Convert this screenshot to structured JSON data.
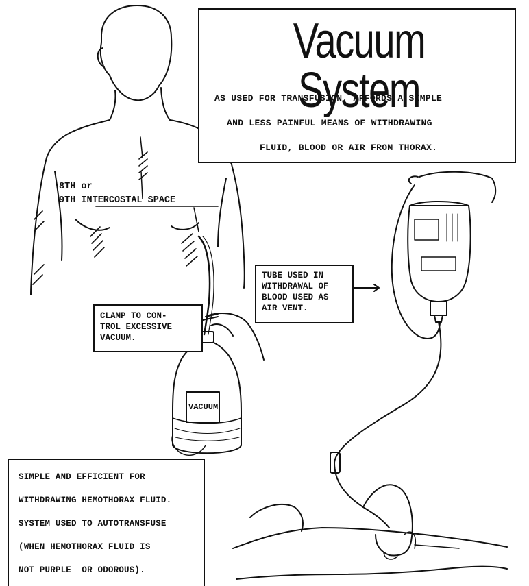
{
  "title": {
    "heading": "Vacuum System",
    "line1": "AS USED FOR TRANSFUSION, AFFORDS A SIMPLE",
    "line2": "AND LESS PAINFUL MEANS OF WITHDRAWING",
    "line3": "FLUID, BLOOD OR AIR FROM THORAX."
  },
  "labels": {
    "rib_line1": "8TH or",
    "rib_line2": "9TH INTERCOSTAL SPACE",
    "vacuum": "VACUUM"
  },
  "tube_box": {
    "lines": [
      "TUBE USED IN",
      "WITHDRAWAL OF",
      "BLOOD USED AS",
      "AIR VENT."
    ]
  },
  "clamp_box": {
    "lines": [
      "CLAMP TO CON-",
      "TROL EXCESSIVE",
      "VACUUM."
    ]
  },
  "info_box": {
    "lines": [
      "SIMPLE AND EFFICIENT FOR",
      "WITHDRAWING HEMOTHORAX FLUID.",
      "SYSTEM USED TO AUTOTRANSFUSE",
      "(WHEN HEMOTHORAX FLUID IS",
      "NOT PURPLE  OR ODOROUS)."
    ]
  }
}
